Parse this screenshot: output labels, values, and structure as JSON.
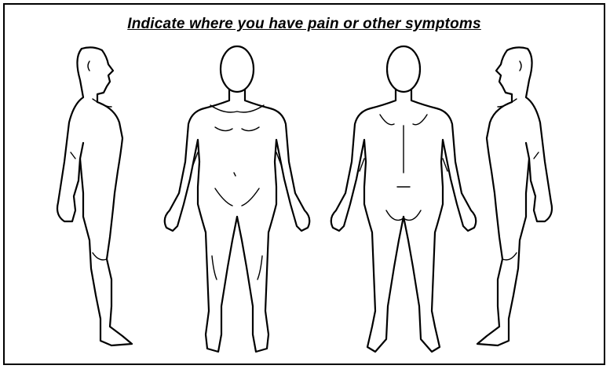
{
  "form": {
    "title": "Indicate where you have pain or other symptoms"
  },
  "figures": [
    {
      "view": "left-side"
    },
    {
      "view": "front"
    },
    {
      "view": "back"
    },
    {
      "view": "right-side"
    }
  ]
}
